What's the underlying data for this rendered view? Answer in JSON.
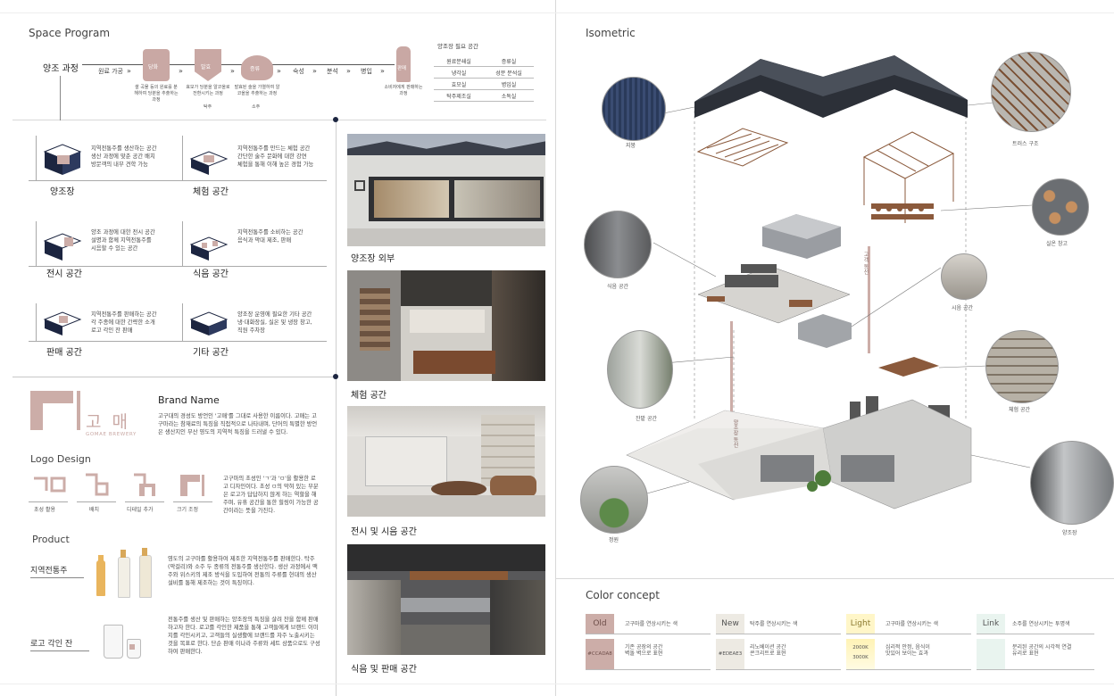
{
  "space_program": {
    "title": "Space Program",
    "process_label": "양조 과정",
    "steps": [
      "원료 가공",
      "당화",
      "발효",
      "증류",
      "숙성",
      "분석",
      "병입",
      "판매"
    ],
    "step_notes": {
      "danghwa": "쌀 곡물 등의 원료를 분해하여 당분을 추출하는 과정",
      "balhyo": "효모가 당분을 알코올로 전환시키는 과정",
      "jeungryu": "발효된 술을 가열하여 알코올을 추출하는 과정",
      "panmae": "소비자에게 판매하는 과정"
    },
    "sub_notes": {
      "balhyo": "탁주",
      "jeungryu": "소주"
    },
    "req_title": "양조장 필요 공간",
    "req_rows": [
      [
        "원료분쇄실",
        "증류실"
      ],
      [
        "냉각실",
        "성분 분석실"
      ],
      [
        "효모실",
        "병입실"
      ],
      [
        "탁주제조실",
        "소독실"
      ]
    ]
  },
  "spaces": [
    {
      "name": "양조장",
      "desc": "지역전통주를 생산하는 공간\n생산 과정에 맞춘 공간 배치\n방문객의 내부 견학 가능"
    },
    {
      "name": "체험 공간",
      "desc": "지역전통주를 만드는 체험 공간\n간단한 술주 문화에 대한 강연\n체험을 통해 이해 높은 경험 가능"
    },
    {
      "name": "전시 공간",
      "desc": "양조 과정에 대한 전시 공간\n설명과 함께 지역전통주를\n시음할 수 있는 공간"
    },
    {
      "name": "식음 공간",
      "desc": "지역전통주를 소비하는 공간\n음식과 막대 제조, 판매"
    },
    {
      "name": "판매 공간",
      "desc": "지역전통주를 판매하는 공간\n각 주종에 대한 간략한 소개\n로고 각인 잔 판매"
    },
    {
      "name": "기타 공간",
      "desc": "양조장 운영에 필요한 기타 공간\n냉·대화장실, 실온 및 냉장 창고,\n직원 주차장"
    }
  ],
  "brand": {
    "logo_text": "고 매",
    "logo_sub": "GOMAE BREWERY",
    "name_title": "Brand Name",
    "name_desc": "고구대의 경성도 방언인 '고매'를 그대로 사용한 이름이다. 고매는 고구마라는 참재료의 특징을 직접적으로 나타내며, 단어의 특별한 방언은 생산지인 부산 영도의 지역적 특징을 드러낼 수 있다.",
    "logo_design_title": "Logo Design",
    "logo_steps": [
      "초성 활용",
      "배치",
      "디테일 추가",
      "크기 조정"
    ],
    "logo_desc": "고구마의 초성인 'ㄱ'과 'ㅁ'을 활용한 로고 디자인이다. 초성 ㅁ의 막혀 있는 부분은 로고가 답답하지 않게 하는 역할을 해주며, 유휴 공간을 통한 힐링이 가능한 공간이라는 뜻을 가진다.",
    "product_title": "Product",
    "products": [
      {
        "name": "지역전통주",
        "desc": "영도의 고구마를 활용하여 제조한 지역전통주를 판매한다. 탁주(막걸리)와 소주 두 종류의 전통주를 생산한다. 생산 과정에서 맥주와 위스키의 제조 방식을 도입하여 전통의 주류를 현대의 생산 설비를 통해 제조하는 것이 특징이다."
      },
      {
        "name": "로고 각인 잔",
        "desc": "전통주를 생산 및 판매하는 양조장의 특징을 살려 잔을 함께 판매하고자 한다. 로고를 각인한 제품을 통해 고객들에게 브랜드 이미지를 각인시키고, 고객들의 실생활에 브랜드를 자주 노출시키는 것을 목표로 한다. 단순 판매 이나라 주류와 세트 상품으로도 구성하여 판매한다."
      }
    ]
  },
  "photos": [
    "양조장 외부",
    "체험 공간",
    "전시 및 시음 공간",
    "식음 및 판매 공간"
  ],
  "isometric": {
    "title": "Isometric",
    "labels": [
      "지붕",
      "트러스 구조",
      "실온 창고",
      "식음 공간",
      "시음 공간",
      "잔밭 공간",
      "체험 공간",
      "정원",
      "양조장"
    ],
    "vertical_labels": [
      "양조장 동선",
      "고객 동선"
    ]
  },
  "color_concept": {
    "title": "Color concept",
    "items": [
      {
        "key": "Old",
        "caption": "고구마를 연상시키는 색",
        "code": "#CCADA8",
        "desc": "기존 공장의 공간\n벽돌 벽으로 표현",
        "color": "#ccada8"
      },
      {
        "key": "New",
        "caption": "탁주를 연상시키는 색",
        "code": "#EDEAE3",
        "desc": "리노베이션 공간\n콘크리트로 표현",
        "color": "#edeae3"
      },
      {
        "key": "Light",
        "caption": "고구마를 연상시키는 색",
        "code": "2000K\n3000K",
        "desc": "심리적 안정, 음식이\n맛있어 보이는 효과",
        "color": "#fff6c8"
      },
      {
        "key": "Link",
        "caption": "소주를 연상시키는 투명색",
        "code": "",
        "desc": "분리된 공간의 시각적 연결\n유리로 표현",
        "color": "#e9f4ef"
      }
    ]
  }
}
